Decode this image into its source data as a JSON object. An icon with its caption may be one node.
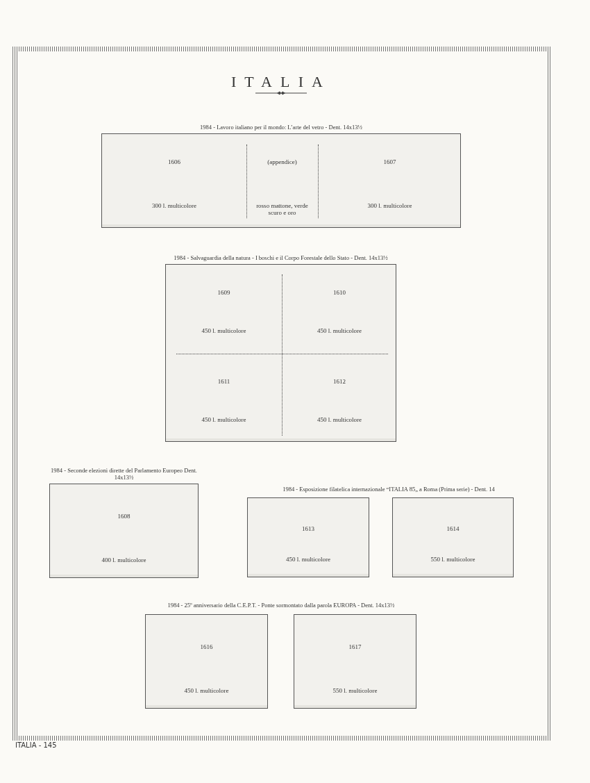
{
  "diagram": {
    "nodes": [
      {
        "text": [
          "1984 - Lavoro italiano per il mondo: L’arte del vetro - Dent. 14x13½"
        ]
      },
      {
        "text": [
          "1606",
          "300 l. multicolore"
        ],
        "in": 0
      },
      {
        "text": [
          "(appendice)",
          "rosso mattone, verde scuro e oro"
        ],
        "in": 0
      },
      {
        "text": [
          "1607",
          "300 l. multicolore"
        ],
        "in": 0
      },
      {
        "text": [
          "1984 - Salvaguardia della natura - I boschi e il Corpo Forestale dello Stato - Dent. 14x13½"
        ]
      },
      {
        "text": [
          "1609",
          "450 l. multicolore"
        ],
        "in": 4
      },
      {
        "text": [
          "1610",
          "450 l. multicolore"
        ],
        "in": 4
      },
      {
        "text": [
          "1611",
          "450 l. multicolore"
        ],
        "in": 4
      },
      {
        "text": [
          "1612",
          "450 l. multicolore"
        ],
        "in": 4
      },
      {
        "text": [
          "1984 - Seconde elezioni dirette del Parlamento Europeo Dent. 14x13½",
          "1608",
          "400 l. multicolore"
        ]
      },
      {
        "text": [
          "1613",
          "450 l. multicolore"
        ]
      },
      {
        "text": [
          "1614",
          "550 l. multicolore"
        ]
      },
      {
        "text": [
          "1616",
          "450 l. multicolore"
        ]
      },
      {
        "text": [
          "1617",
          "550 l. multicolore"
        ]
      }
    ],
    "labels": [
      "ITALIA",
      "1984 - Esposizione filatelica internazionale “ITALIA 85„ a Roma (Prima serie) - Dent. 14",
      "1984 - 25º anniversario della C.E.P.T. - Ponte sormontato dalla parola EUROPA - Dent. 14x13½",
      "ITALIA - 145"
    ]
  }
}
